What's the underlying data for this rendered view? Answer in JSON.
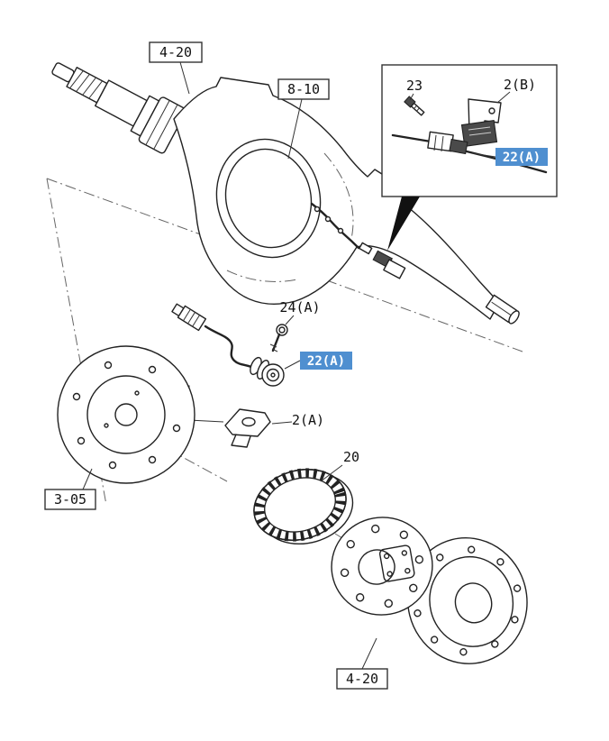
{
  "diagram": {
    "colors": {
      "background": "#ffffff",
      "line": "#222222",
      "highlight": "#4f8fd0",
      "highlight_text": "#ffffff"
    },
    "refs": {
      "axle": {
        "label": "4-20"
      },
      "ring_gear": {
        "label": "8-10"
      },
      "backing_plate": {
        "label": "3-05"
      },
      "hub_drum": {
        "label": "4-20"
      }
    },
    "parts": {
      "bolt_inset": {
        "label": "23"
      },
      "bracket_b": {
        "label": "2(B)"
      },
      "sensor_inset": {
        "label": "22(A)",
        "highlighted": true
      },
      "bolt_main": {
        "label": "24(A)"
      },
      "sensor_main": {
        "label": "22(A)",
        "highlighted": true
      },
      "bracket_a": {
        "label": "2(A)"
      },
      "exciter_ring": {
        "label": "20"
      }
    }
  }
}
